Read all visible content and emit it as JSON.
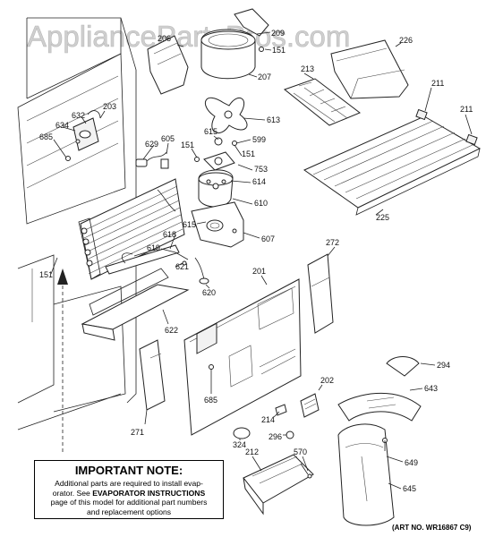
{
  "watermark": "AppliancePartsPros.com",
  "part_labels": {
    "p206": "206",
    "p209": "209",
    "p151a": "151",
    "p207": "207",
    "p226": "226",
    "p213": "213",
    "p211a": "211",
    "p211b": "211",
    "p203": "203",
    "p632": "632",
    "p634": "634",
    "p685a": "685",
    "p613": "613",
    "p615a": "615",
    "p599": "599",
    "p629": "629",
    "p605": "605",
    "p151b": "151",
    "p151c": "151",
    "p753": "753",
    "p614": "614",
    "p610": "610",
    "p225": "225",
    "p615b": "615",
    "p607": "607",
    "p618": "618",
    "p619": "619",
    "p621": "621",
    "p272": "272",
    "p151d": "151",
    "p620": "620",
    "p201": "201",
    "p622": "622",
    "p294": "294",
    "p202": "202",
    "p643": "643",
    "p685b": "685",
    "p214": "214",
    "p271": "271",
    "p296": "296",
    "p324": "324",
    "p212": "212",
    "p570": "570",
    "p649": "649",
    "p645": "645"
  },
  "note": {
    "title": "IMPORTANT NOTE:",
    "line1": "Additional parts are required to install evap-",
    "line2_pre": "orator.  See ",
    "line2_bold": "EVAPORATOR INSTRUCTIONS",
    "line3": "page of this model for additional part numbers",
    "line4": "and replacement options"
  },
  "art_number": "(ART NO. WR16867 C9)"
}
